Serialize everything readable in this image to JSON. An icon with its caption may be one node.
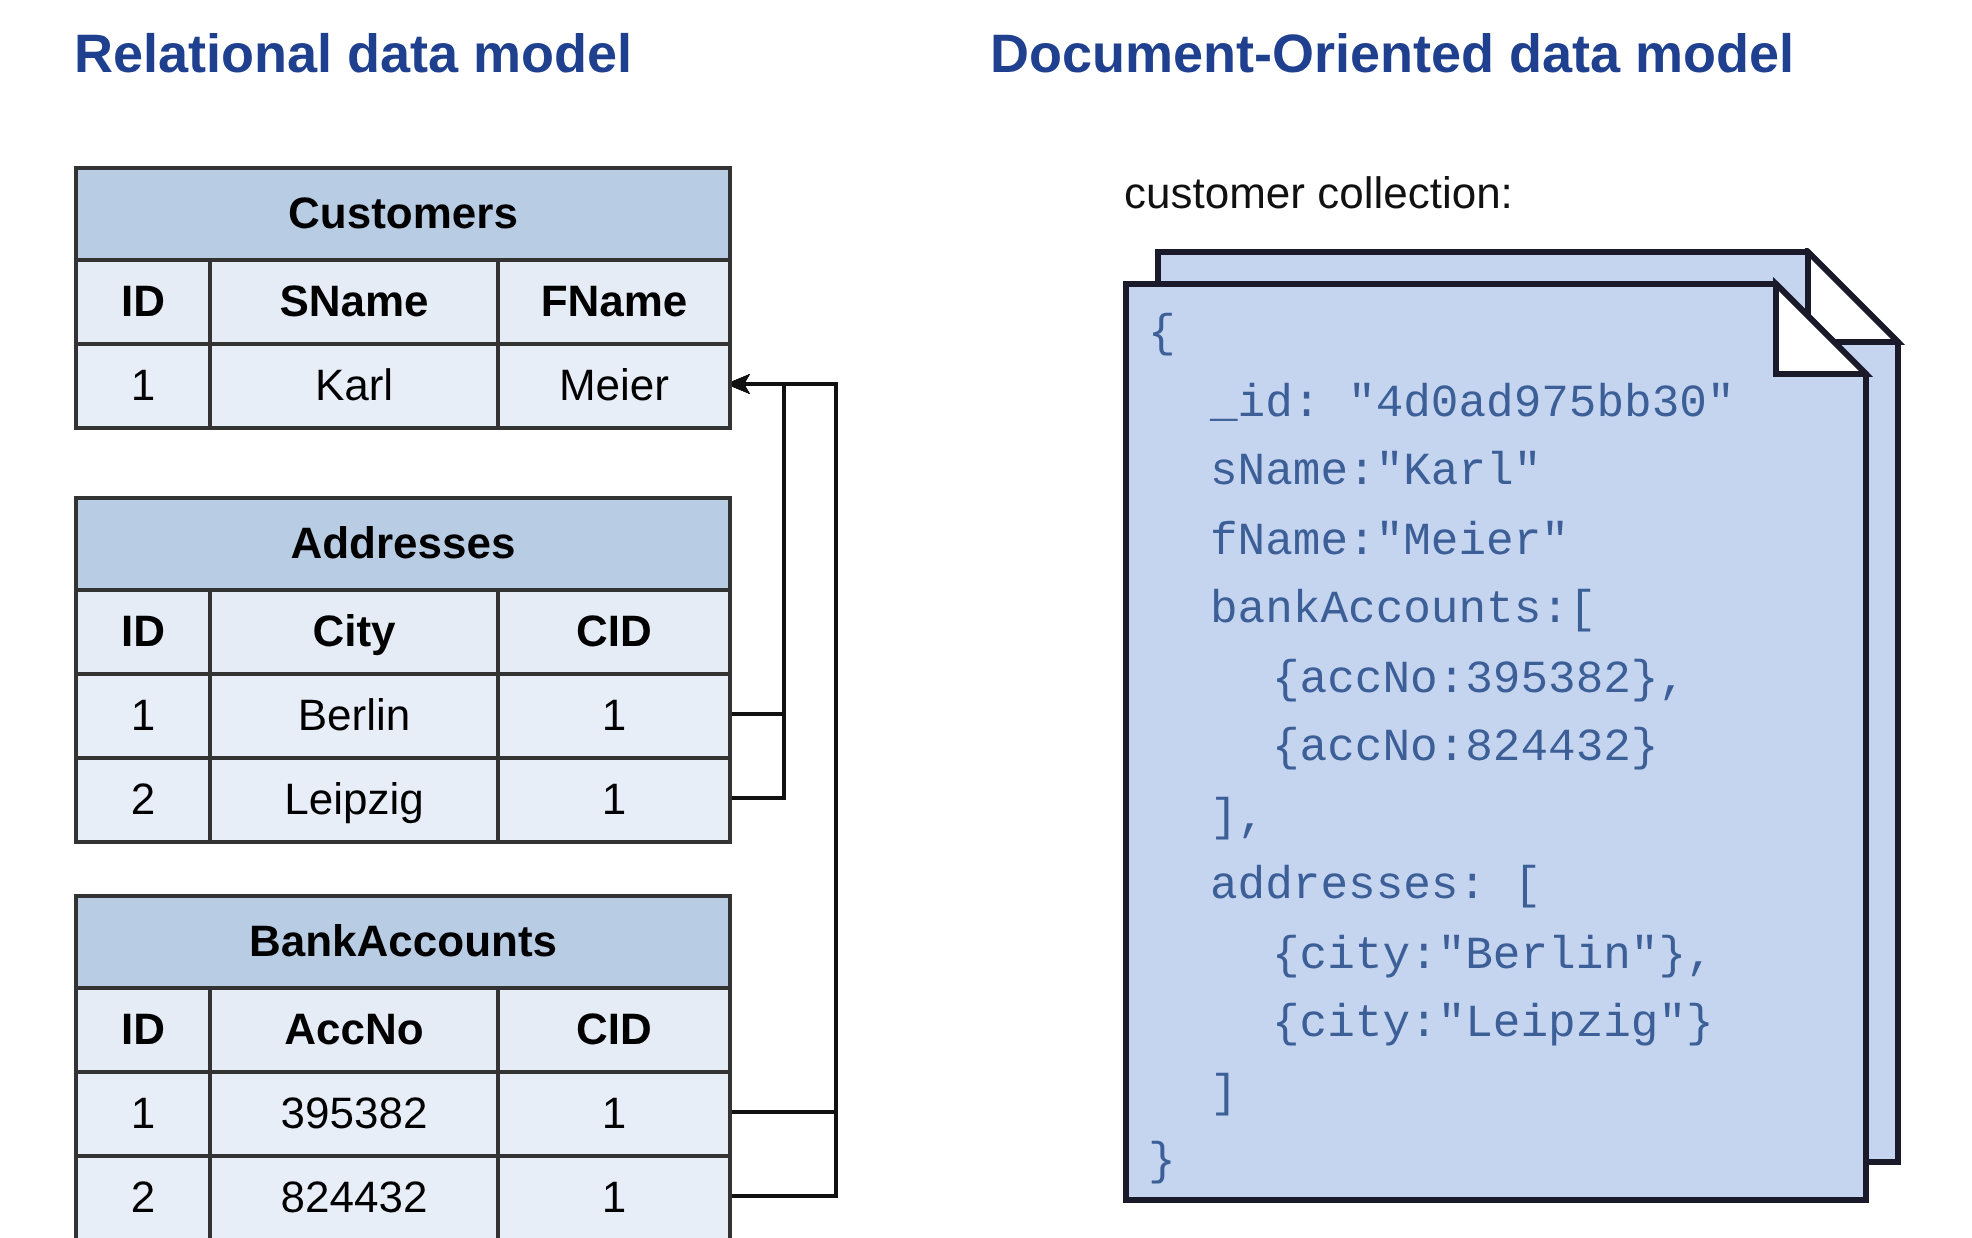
{
  "diagram": {
    "nodes": [
      {
        "text": [
          "Customers",
          "ID",
          "SName",
          "FName"
        ]
      },
      {
        "text": [
          "1",
          "Karl",
          "Meier"
        ],
        "in": 0
      },
      {
        "text": [
          "Addresses",
          "ID",
          "City",
          "CID"
        ]
      },
      {
        "text": [
          "1",
          "Berlin",
          "1"
        ],
        "in": 2
      },
      {
        "text": [
          "2",
          "Leipzig",
          "1"
        ],
        "in": 2
      },
      {
        "text": [
          "BankAccounts",
          "ID",
          "AccNo",
          "CID"
        ]
      },
      {
        "text": [
          "1",
          "395382",
          "1"
        ],
        "in": 5
      },
      {
        "text": [
          "2",
          "824432",
          "1"
        ],
        "in": 5
      },
      {
        "text": [
          "customer collection:",
          "{",
          "_id: \"4d0ad975bb30\"",
          "sName:\"Karl\"",
          "fName:\"Meier\"",
          "bankAccounts:[",
          "{accNo:395382},",
          "{accNo:824432}",
          "],",
          "addresses: [",
          "{city:\"Berlin\"},",
          "{city:\"Leipzig\"}",
          "]",
          "}"
        ]
      }
    ],
    "edges": [
      {
        "from": 3,
        "to": 1,
        "arrow": "to"
      },
      {
        "from": 4,
        "to": 1,
        "arrow": "to"
      },
      {
        "from": 6,
        "to": 1,
        "arrow": "to"
      },
      {
        "from": 7,
        "to": 1,
        "arrow": "to"
      }
    ],
    "labels": [
      "Relational data model",
      "Document-Oriented data model"
    ]
  }
}
